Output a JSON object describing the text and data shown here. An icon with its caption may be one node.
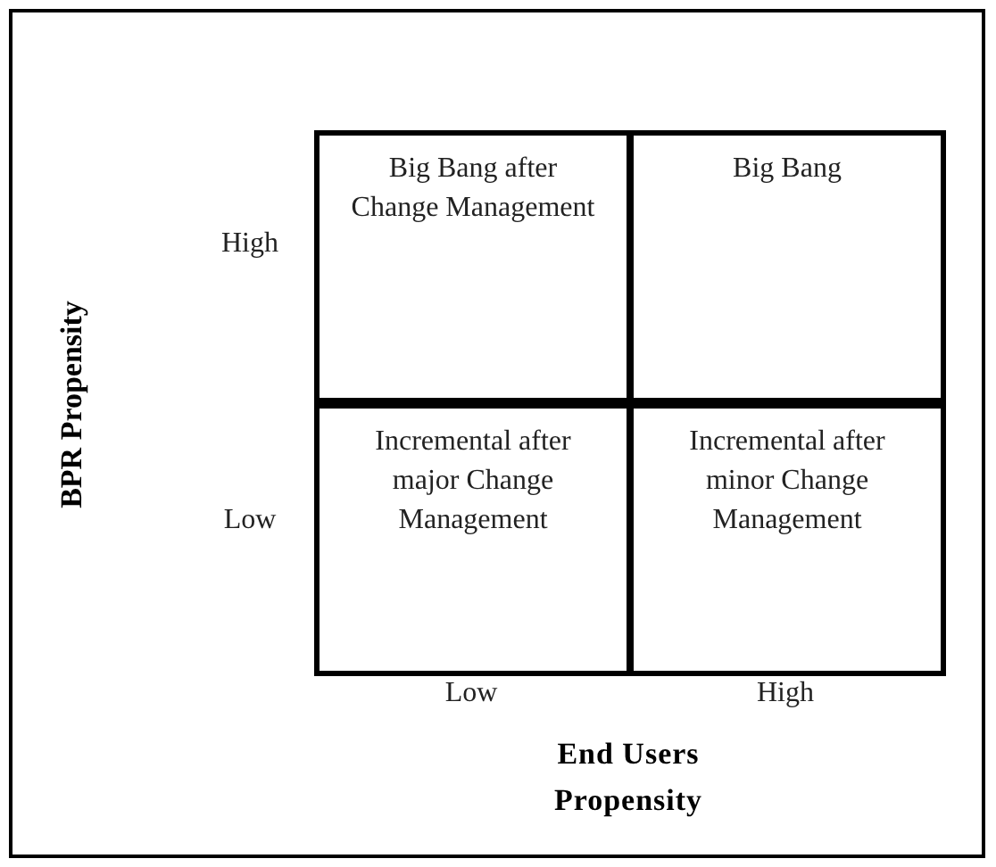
{
  "diagram": {
    "nodes": [
      {
        "text": [
          "Big Bang after Change Management"
        ]
      },
      {
        "text": [
          "Big Bang"
        ]
      },
      {
        "text": [
          "Incremental after major Change Management"
        ]
      },
      {
        "text": [
          "Incremental after minor Change Management"
        ]
      }
    ],
    "labels": [
      "BPR Propensity",
      "High",
      "Low",
      "Low",
      "High",
      "End Users Propensity"
    ]
  }
}
